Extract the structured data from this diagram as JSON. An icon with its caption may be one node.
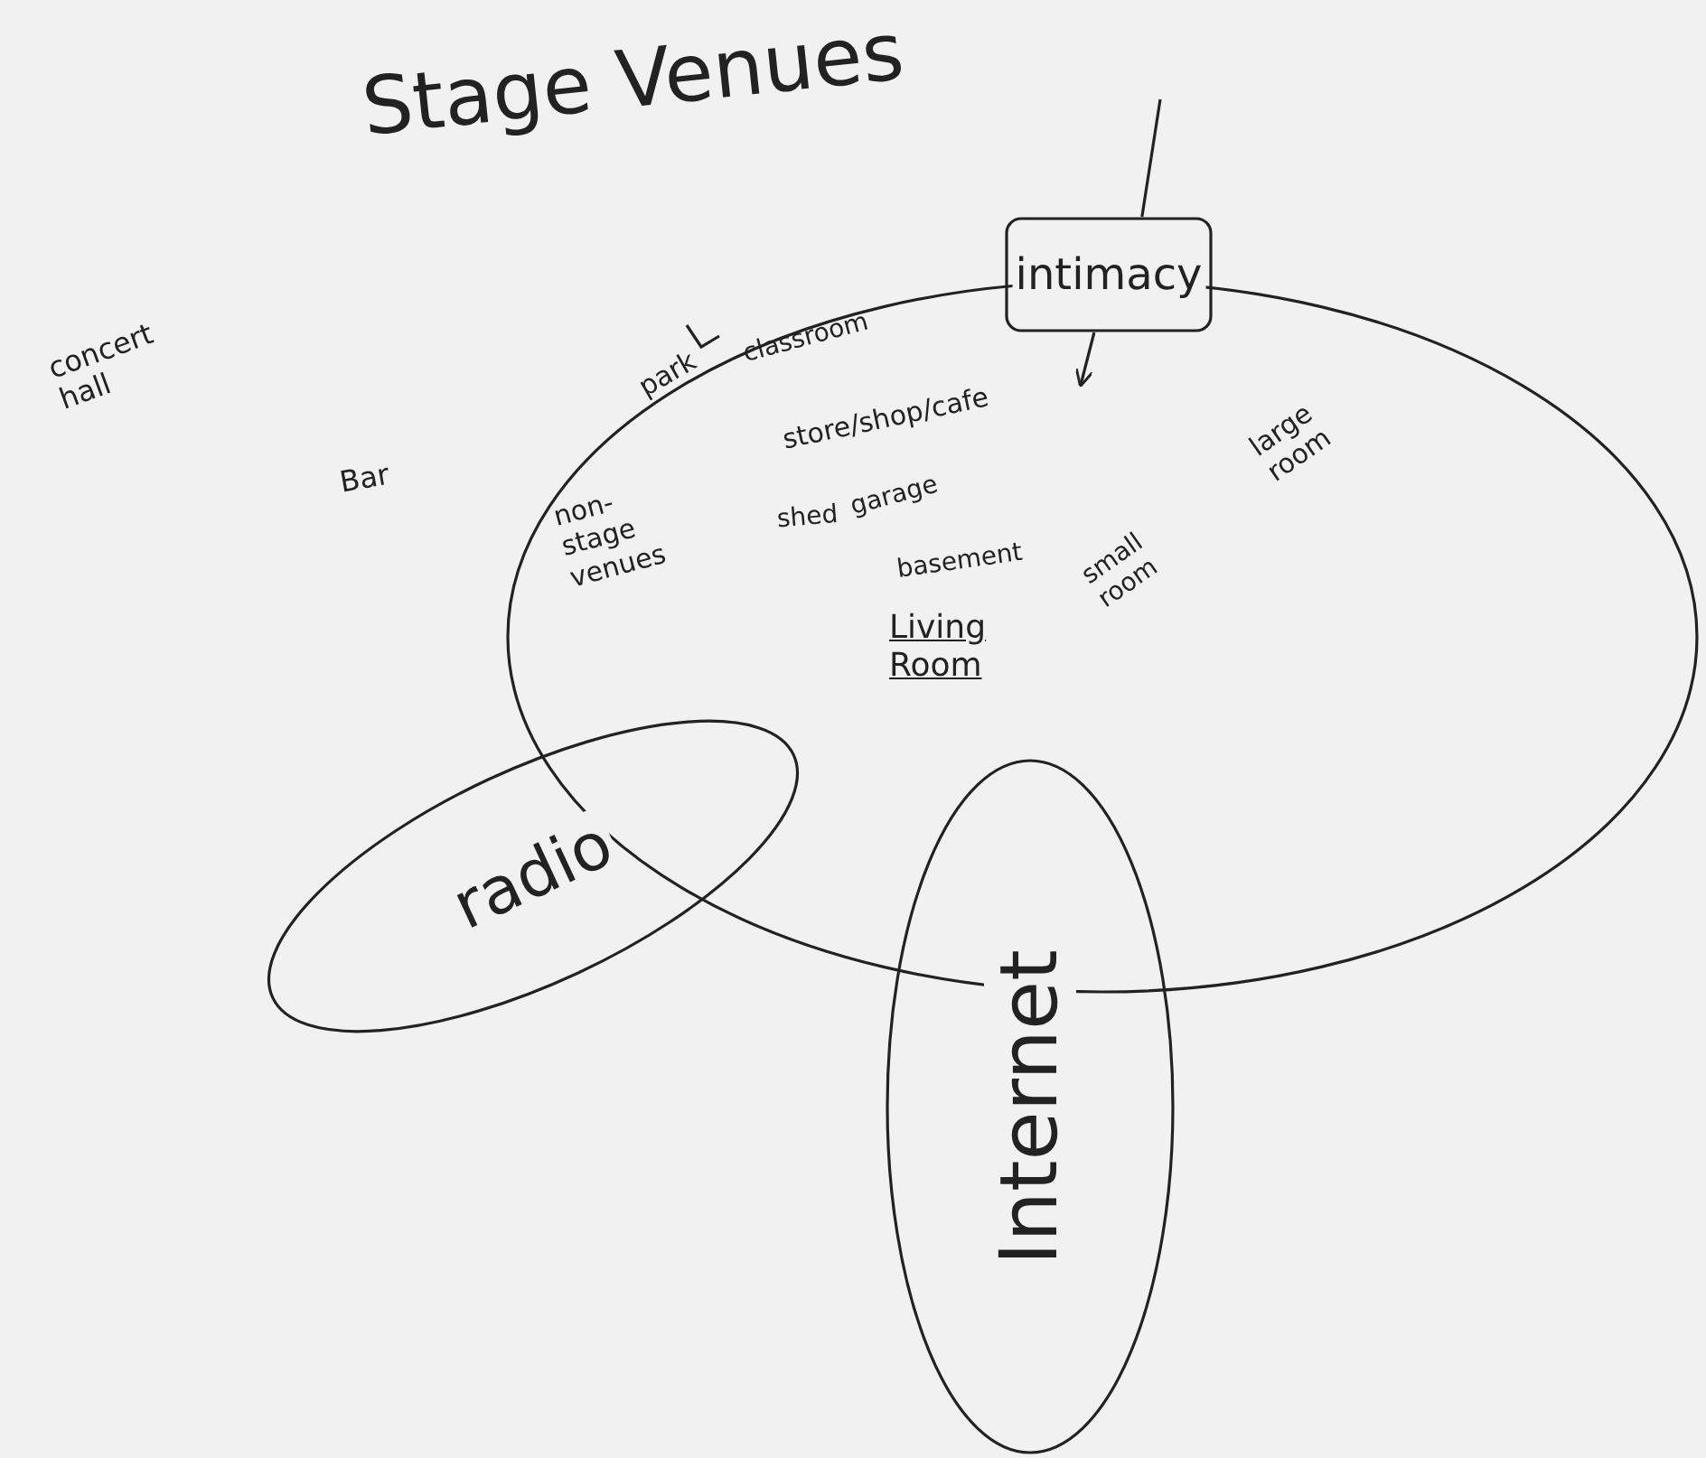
{
  "diagram": {
    "title": "Stage Venues",
    "nodes": [
      {
        "text": [],
        "shape": "ellipse"
      },
      {
        "text": [
          "intimacy"
        ]
      },
      {
        "text": [
          "radio"
        ]
      },
      {
        "text": [
          "Internet"
        ]
      }
    ],
    "edges": [
      {
        "from": null,
        "to": 1,
        "arrow": "none"
      },
      {
        "from": 1,
        "to": 0,
        "arrow": "to"
      }
    ],
    "labels": [
      "concert hall",
      "Bar",
      "park",
      "classroom",
      "non-stage venues",
      "store/shop/cafe",
      "shed",
      "garage",
      "basement",
      "small room",
      "Living Room",
      "large room"
    ]
  }
}
